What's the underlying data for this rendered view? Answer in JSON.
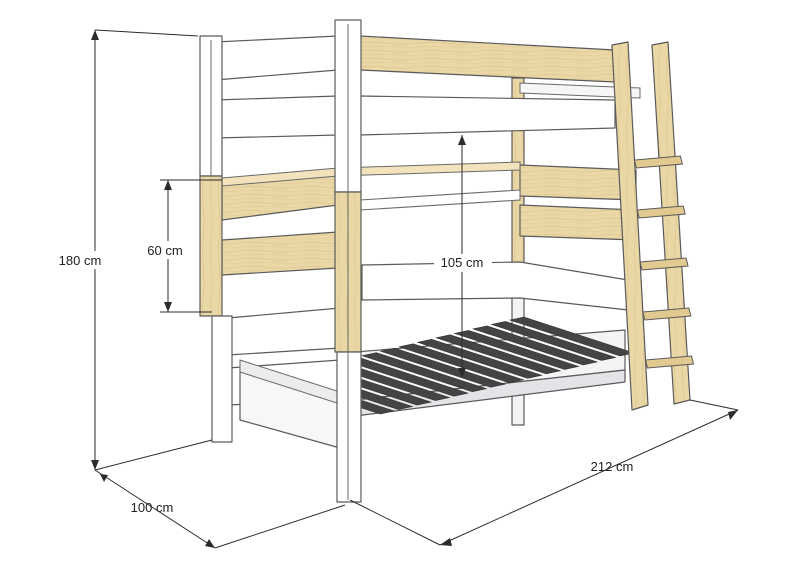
{
  "colors": {
    "white_wood": "#ffffff",
    "white_shade": "#e8e9eb",
    "pine": "#ead7a6",
    "pine_shade": "#d9c288",
    "slat": "#3a3a3a",
    "outline": "#5a5a5a"
  },
  "dimensions": {
    "height": "180 cm",
    "width": "100 cm",
    "length": "212 cm",
    "guard_height": "60 cm",
    "clearance": "105 cm"
  }
}
